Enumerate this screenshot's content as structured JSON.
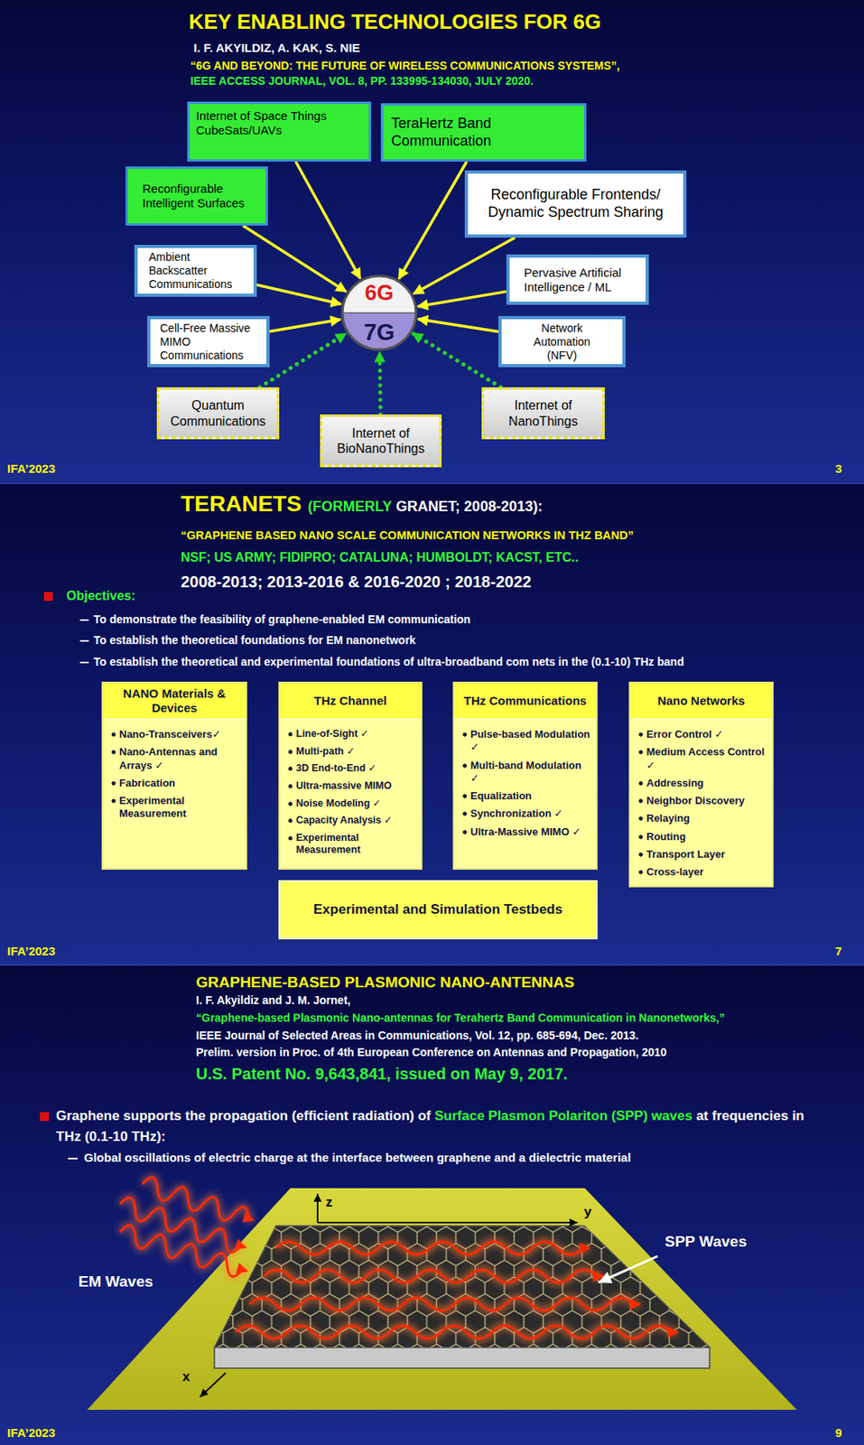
{
  "diagram": {
    "nodes": [
      {
        "text": [
          "Internet of Space Things CubeSats/UAVs"
        ]
      },
      {
        "text": [
          "TeraHertz Band Communication"
        ]
      },
      {
        "text": [
          "Reconfigurable Intelligent Surfaces"
        ]
      },
      {
        "text": [
          "Reconfigurable Frontends/ Dynamic Spectrum Sharing"
        ]
      },
      {
        "text": [
          "Ambient Backscatter Communications"
        ]
      },
      {
        "text": [
          "Pervasive Artificial Intelligence / ML"
        ]
      },
      {
        "text": [
          "6G",
          "7G"
        ]
      },
      {
        "text": [
          "Cell-Free Massive MIMO Communications"
        ]
      },
      {
        "text": [
          "Network Automation (NFV)"
        ]
      },
      {
        "text": [
          "Quantum Communications"
        ]
      },
      {
        "text": [
          "Internet of NanoThings"
        ]
      },
      {
        "text": [
          "Internet of BioNanoThings"
        ]
      },
      {
        "text": [
          "NANO Materials & Devices",
          "Nano-Transceivers✓",
          "Nano-Antennas and Arrays ✓",
          "Fabrication",
          "Experimental Measurement"
        ]
      },
      {
        "text": [
          "THz Channel",
          "Line-of-Sight ✓",
          "Multi-path ✓",
          "3D End-to-End ✓",
          "Ultra-massive MIMO",
          "Noise Modeling ✓",
          "Capacity Analysis ✓",
          "Experimental Measurement"
        ]
      },
      {
        "text": [
          "THz Communications",
          "Pulse-based Modulation ✓",
          "Multi-band Modulation ✓",
          "Equalization",
          "Synchronization ✓",
          "Ultra-Massive MIMO ✓"
        ]
      },
      {
        "text": [
          "Nano Networks",
          "Error Control ✓",
          "Medium Access Control ✓",
          "Addressing",
          "Neighbor Discovery",
          "Relaying",
          "Routing",
          "Transport Layer",
          "Cross-layer"
        ]
      },
      {
        "text": [
          "Experimental and Simulation Testbeds"
        ]
      }
    ],
    "edges": [
      {
        "from": 0,
        "to": 6,
        "arrow": "to"
      },
      {
        "from": 1,
        "to": 6,
        "arrow": "to"
      },
      {
        "from": 2,
        "to": 6,
        "arrow": "to"
      },
      {
        "from": 3,
        "to": 6,
        "arrow": "to"
      },
      {
        "from": 4,
        "to": 6,
        "arrow": "to"
      },
      {
        "from": 5,
        "to": 6,
        "arrow": "to"
      },
      {
        "from": 7,
        "to": 6,
        "arrow": "to"
      },
      {
        "from": 8,
        "to": 6,
        "arrow": "to"
      },
      {
        "from": 9,
        "to": 6,
        "arrow": "to"
      },
      {
        "from": 10,
        "to": 6,
        "arrow": "to"
      },
      {
        "from": 11,
        "to": 6,
        "arrow": "to"
      }
    ],
    "labels": [
      "KEY ENABLING TECHNOLOGIES FOR 6G",
      "I. F. AKYILDIZ, A. KAK, S. NIE",
      "“6G AND BEYOND: THE FUTURE OF WIRELESS COMMUNICATIONS SYSTEMS”,",
      "IEEE ACCESS JOURNAL, VOL. 8, PP. 133995-134030, JULY 2020.",
      "IFA’2023",
      "3",
      "TERANETS",
      "(FORMERLY",
      "GRANET; 2008-2013):",
      "“GRAPHENE BASED NANO SCALE COMMUNICATION NETWORKS IN THZ BAND”",
      "NSF; US ARMY; FIDIPRO; CATALUNA; HUMBOLDT; KACST, ETC..",
      "2008-2013; 2013-2016 & 2016-2020 ; 2018-2022",
      "Objectives:",
      "To demonstrate the feasibility of graphene-enabled EM communication",
      "To establish the theoretical foundations for EM nanonetwork",
      "To establish the theoretical and experimental foundations of ultra-broadband com nets in the (0.1-10) THz band",
      "IFA’2023",
      "7",
      "GRAPHENE-BASED PLASMONIC NANO-ANTENNAS",
      "I. F. Akyildiz and J. M. Jornet,",
      "“Graphene-based Plasmonic Nano-antennas for Terahertz Band Communication in Nanonetworks,”",
      "IEEE Journal of Selected Areas in Communications, Vol. 12, pp. 685-694, Dec. 2013.",
      "Prelim. version in Proc. of 4th European Conference on Antennas and Propagation, 2010",
      "U.S. Patent No. 9,643,841, issued on May 9, 2017.",
      "Graphene supports the propagation (efficient radiation) of",
      "Surface Plasmon Polariton (SPP) waves",
      "at frequencies in THz (0.1-10 THz):",
      "Global oscillations of electric charge at the interface between graphene and a dielectric material",
      "z",
      "y",
      "SPP Waves",
      "EM Waves",
      "x",
      "IFA’2023",
      "9"
    ]
  }
}
